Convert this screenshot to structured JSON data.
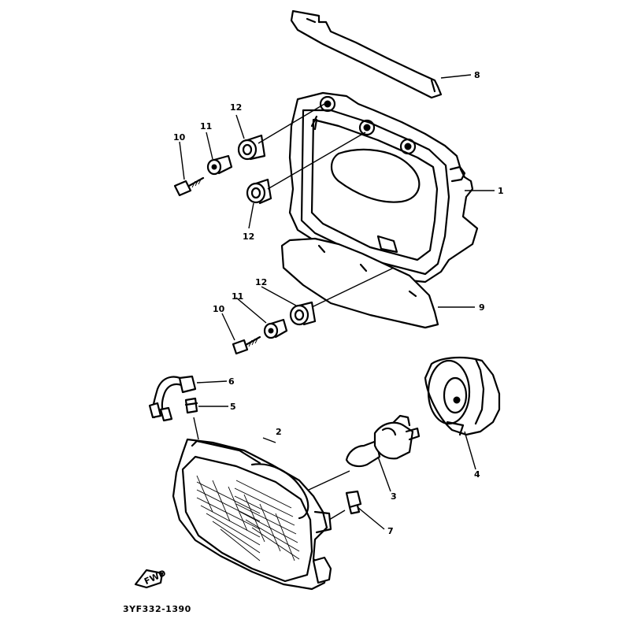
{
  "callouts": {
    "c1": "1",
    "c2": "2",
    "c3": "3",
    "c4": "4",
    "c5": "5",
    "c6": "6",
    "c7": "7",
    "c8": "8",
    "c9": "9",
    "c10a": "10",
    "c10b": "10",
    "c11a": "11",
    "c11b": "11",
    "c12a": "12",
    "c12b": "12",
    "c12c": "12"
  },
  "diagram_code": "3YF332-1390",
  "fwd_arrow_text": "FWD"
}
